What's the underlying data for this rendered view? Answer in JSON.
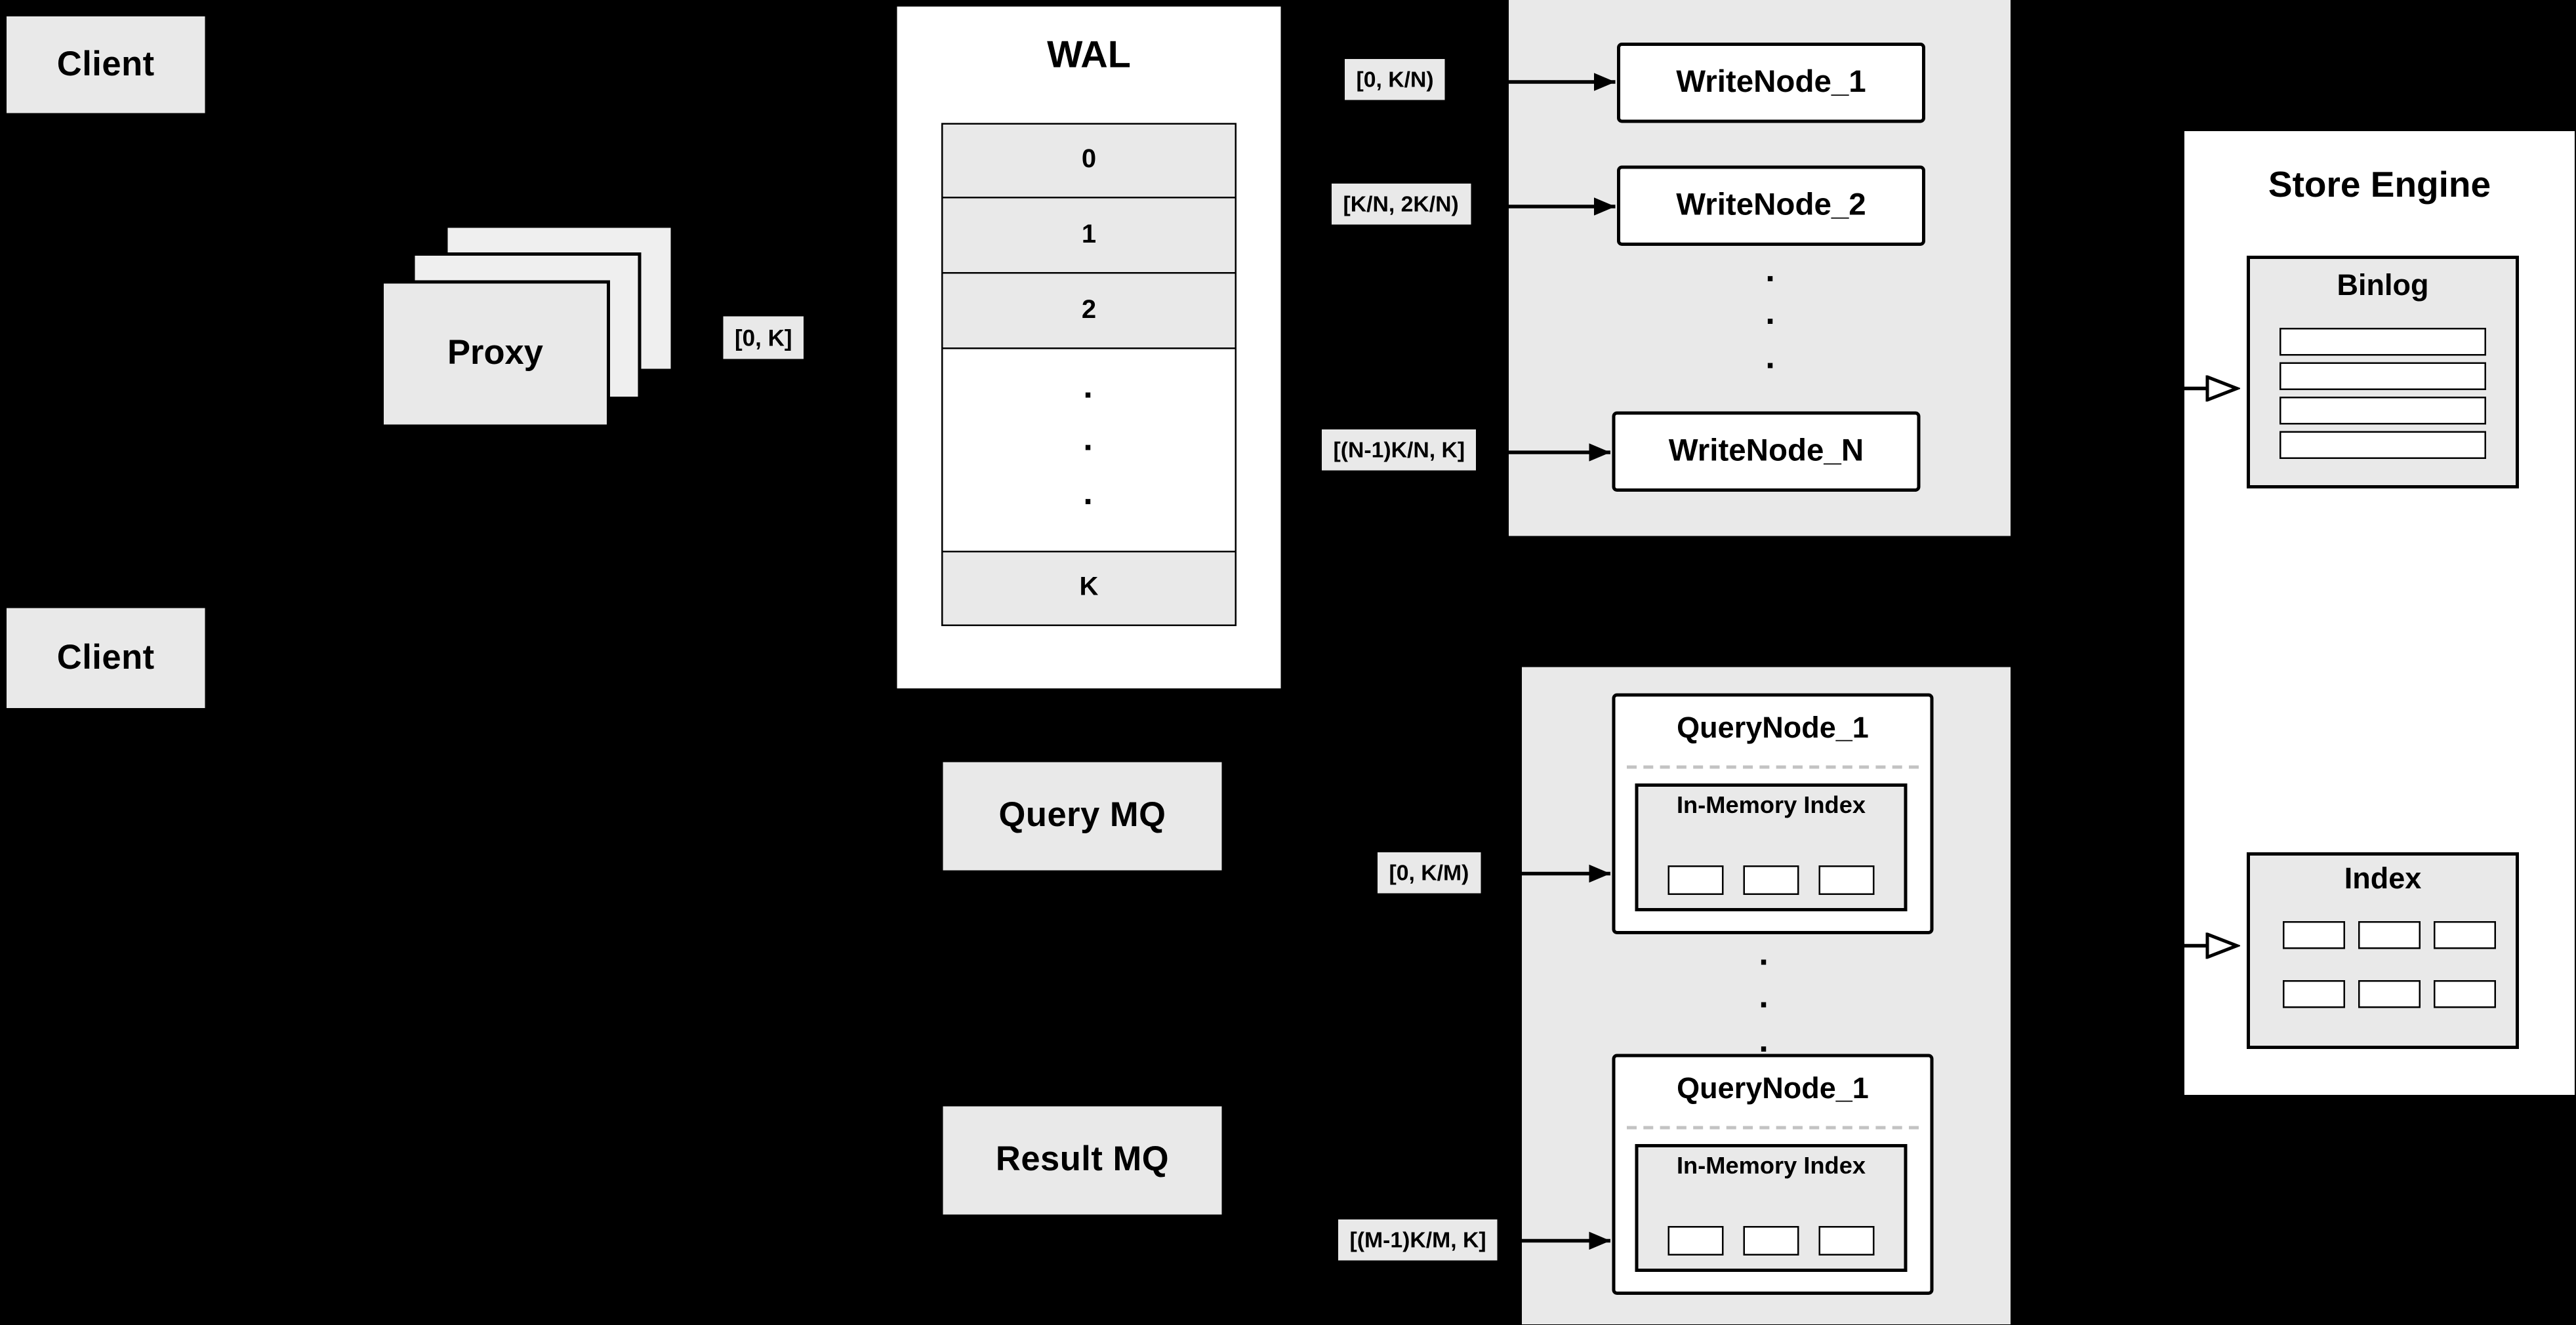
{
  "colors": {
    "background": "#000000",
    "panel_gray": "#e9e9e9",
    "box_white": "#ffffff",
    "line_black": "#000000"
  },
  "clients": {
    "top_label": "Client",
    "bottom_label": "Client"
  },
  "proxy": {
    "label": "Proxy",
    "range_chip": "[0, K]"
  },
  "wal": {
    "title": "WAL",
    "segments": [
      "0",
      "1",
      "2"
    ],
    "dots": "·\n·\n·",
    "last_segment": "K"
  },
  "write_section": {
    "chips": [
      "[0, K/N)",
      "[K/N, 2K/N)",
      "[(N-1)K/N, K]"
    ],
    "nodes": [
      "WriteNode_1",
      "WriteNode_2",
      "WriteNode_N"
    ],
    "dots": "·\n·\n·"
  },
  "mq": {
    "query_label": "Query MQ",
    "result_label": "Result MQ"
  },
  "query_section": {
    "chips": [
      "[0, K/M)",
      "[(M-1)K/M, K]"
    ],
    "nodes": [
      {
        "title": "QueryNode_1",
        "memory_index_label": "In-Memory Index"
      },
      {
        "title": "QueryNode_1",
        "memory_index_label": "In-Memory Index"
      }
    ],
    "dots": "·\n·\n·"
  },
  "store_engine": {
    "title": "Store Engine",
    "binlog_title": "Binlog",
    "index_title": "Index"
  }
}
